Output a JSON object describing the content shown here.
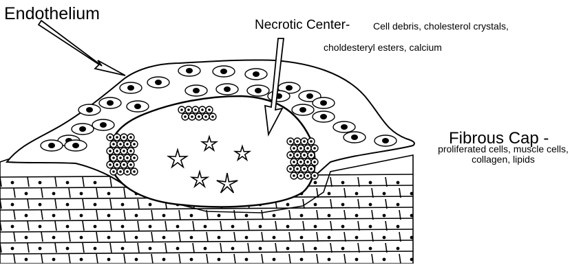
{
  "labels": {
    "endothelium": "Endothelium",
    "necrotic_center_title": "Necrotic Center-",
    "necrotic_center_desc_line1": "Cell debris, cholesterol crystals,",
    "necrotic_center_desc_line2": "choldesteryl esters, calcium",
    "fibrous_cap_title": "Fibrous Cap -",
    "fibrous_cap_desc": "proliferated cells, muscle cells, collagen, lipids"
  }
}
